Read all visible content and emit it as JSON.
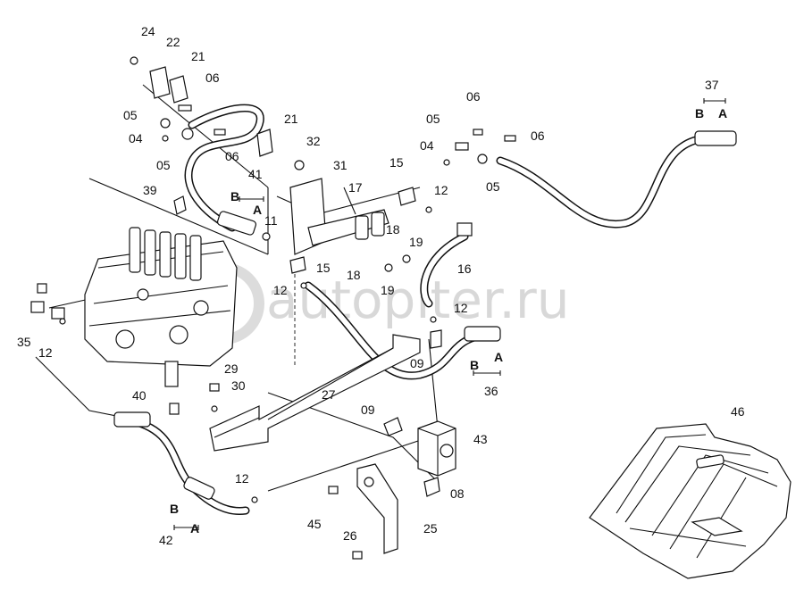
{
  "watermark": "autopiter.ru",
  "labels": [
    {
      "id": "24a",
      "text": "24"
    },
    {
      "id": "22a",
      "text": "22"
    },
    {
      "id": "21a",
      "text": "21"
    },
    {
      "id": "06a",
      "text": "06"
    },
    {
      "id": "05a",
      "text": "05"
    },
    {
      "id": "04a",
      "text": "04"
    },
    {
      "id": "05b",
      "text": "05"
    },
    {
      "id": "06b",
      "text": "06"
    },
    {
      "id": "21b",
      "text": "21"
    },
    {
      "id": "32a",
      "text": "32"
    },
    {
      "id": "31a",
      "text": "31"
    },
    {
      "id": "41a",
      "text": "41"
    },
    {
      "id": "41B",
      "text": "B"
    },
    {
      "id": "41A",
      "text": "A"
    },
    {
      "id": "11a",
      "text": "11"
    },
    {
      "id": "39a",
      "text": "39"
    },
    {
      "id": "17a",
      "text": "17"
    },
    {
      "id": "15a",
      "text": "15"
    },
    {
      "id": "06c",
      "text": "06"
    },
    {
      "id": "05c",
      "text": "05"
    },
    {
      "id": "04b",
      "text": "04"
    },
    {
      "id": "06d",
      "text": "06"
    },
    {
      "id": "05d",
      "text": "05"
    },
    {
      "id": "12a",
      "text": "12"
    },
    {
      "id": "18a",
      "text": "18"
    },
    {
      "id": "19a",
      "text": "19"
    },
    {
      "id": "15b",
      "text": "15"
    },
    {
      "id": "18b",
      "text": "18"
    },
    {
      "id": "19b",
      "text": "19"
    },
    {
      "id": "16a",
      "text": "16"
    },
    {
      "id": "12b",
      "text": "12"
    },
    {
      "id": "12c",
      "text": "12"
    },
    {
      "id": "37a",
      "text": "37"
    },
    {
      "id": "37B",
      "text": "B"
    },
    {
      "id": "37A",
      "text": "A"
    },
    {
      "id": "09a",
      "text": "09"
    },
    {
      "id": "36B",
      "text": "B"
    },
    {
      "id": "36A",
      "text": "A"
    },
    {
      "id": "36a",
      "text": "36"
    },
    {
      "id": "35a",
      "text": "35"
    },
    {
      "id": "12d",
      "text": "12"
    },
    {
      "id": "29a",
      "text": "29"
    },
    {
      "id": "30a",
      "text": "30"
    },
    {
      "id": "40a",
      "text": "40"
    },
    {
      "id": "27a",
      "text": "27"
    },
    {
      "id": "09b",
      "text": "09"
    },
    {
      "id": "43a",
      "text": "43"
    },
    {
      "id": "12e",
      "text": "12"
    },
    {
      "id": "08a",
      "text": "08"
    },
    {
      "id": "42B",
      "text": "B"
    },
    {
      "id": "42A",
      "text": "A"
    },
    {
      "id": "42a",
      "text": "42"
    },
    {
      "id": "45a",
      "text": "45"
    },
    {
      "id": "25a",
      "text": "25"
    },
    {
      "id": "26a",
      "text": "26"
    },
    {
      "id": "46a",
      "text": "46"
    }
  ]
}
